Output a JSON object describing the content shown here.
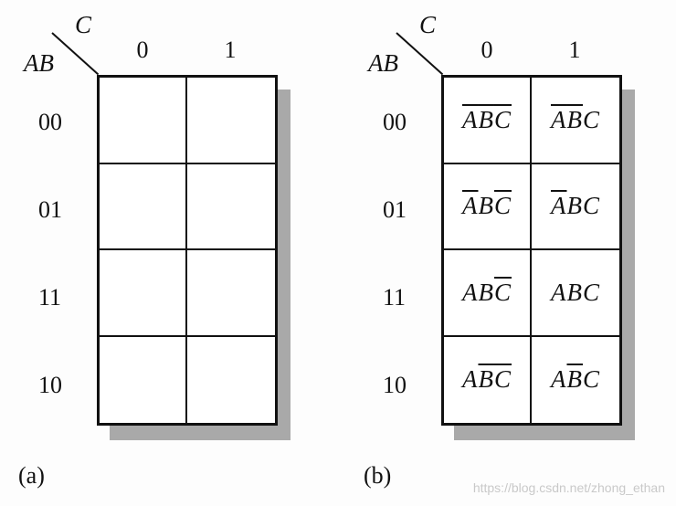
{
  "maps": [
    {
      "id": "a",
      "var_col": "C",
      "var_row": "AB",
      "col_labels": [
        "0",
        "1"
      ],
      "row_labels": [
        "00",
        "01",
        "11",
        "10"
      ],
      "caption": "(a)",
      "cells": [
        [
          [],
          []
        ],
        [
          [],
          []
        ],
        [
          [],
          []
        ],
        [
          [],
          []
        ]
      ]
    },
    {
      "id": "b",
      "var_col": "C",
      "var_row": "AB",
      "col_labels": [
        "0",
        "1"
      ],
      "row_labels": [
        "00",
        "01",
        "11",
        "10"
      ],
      "caption": "(b)",
      "cells": [
        [
          [
            {
              "v": "A",
              "bar": true
            },
            {
              "v": "B",
              "bar": true
            },
            {
              "v": "C",
              "bar": true
            }
          ],
          [
            {
              "v": "A",
              "bar": true
            },
            {
              "v": "B",
              "bar": true
            },
            {
              "v": "C",
              "bar": false
            }
          ]
        ],
        [
          [
            {
              "v": "A",
              "bar": true
            },
            {
              "v": "B",
              "bar": false
            },
            {
              "v": "C",
              "bar": true
            }
          ],
          [
            {
              "v": "A",
              "bar": true
            },
            {
              "v": "B",
              "bar": false
            },
            {
              "v": "C",
              "bar": false
            }
          ]
        ],
        [
          [
            {
              "v": "A",
              "bar": false
            },
            {
              "v": "B",
              "bar": false
            },
            {
              "v": "C",
              "bar": true
            }
          ],
          [
            {
              "v": "A",
              "bar": false
            },
            {
              "v": "B",
              "bar": false
            },
            {
              "v": "C",
              "bar": false
            }
          ]
        ],
        [
          [
            {
              "v": "A",
              "bar": false
            },
            {
              "v": "B",
              "bar": true
            },
            {
              "v": "C",
              "bar": true
            }
          ],
          [
            {
              "v": "A",
              "bar": false
            },
            {
              "v": "B",
              "bar": true
            },
            {
              "v": "C",
              "bar": false
            }
          ]
        ]
      ]
    }
  ],
  "watermark": "https://blog.csdn.net/zhong_ethan"
}
